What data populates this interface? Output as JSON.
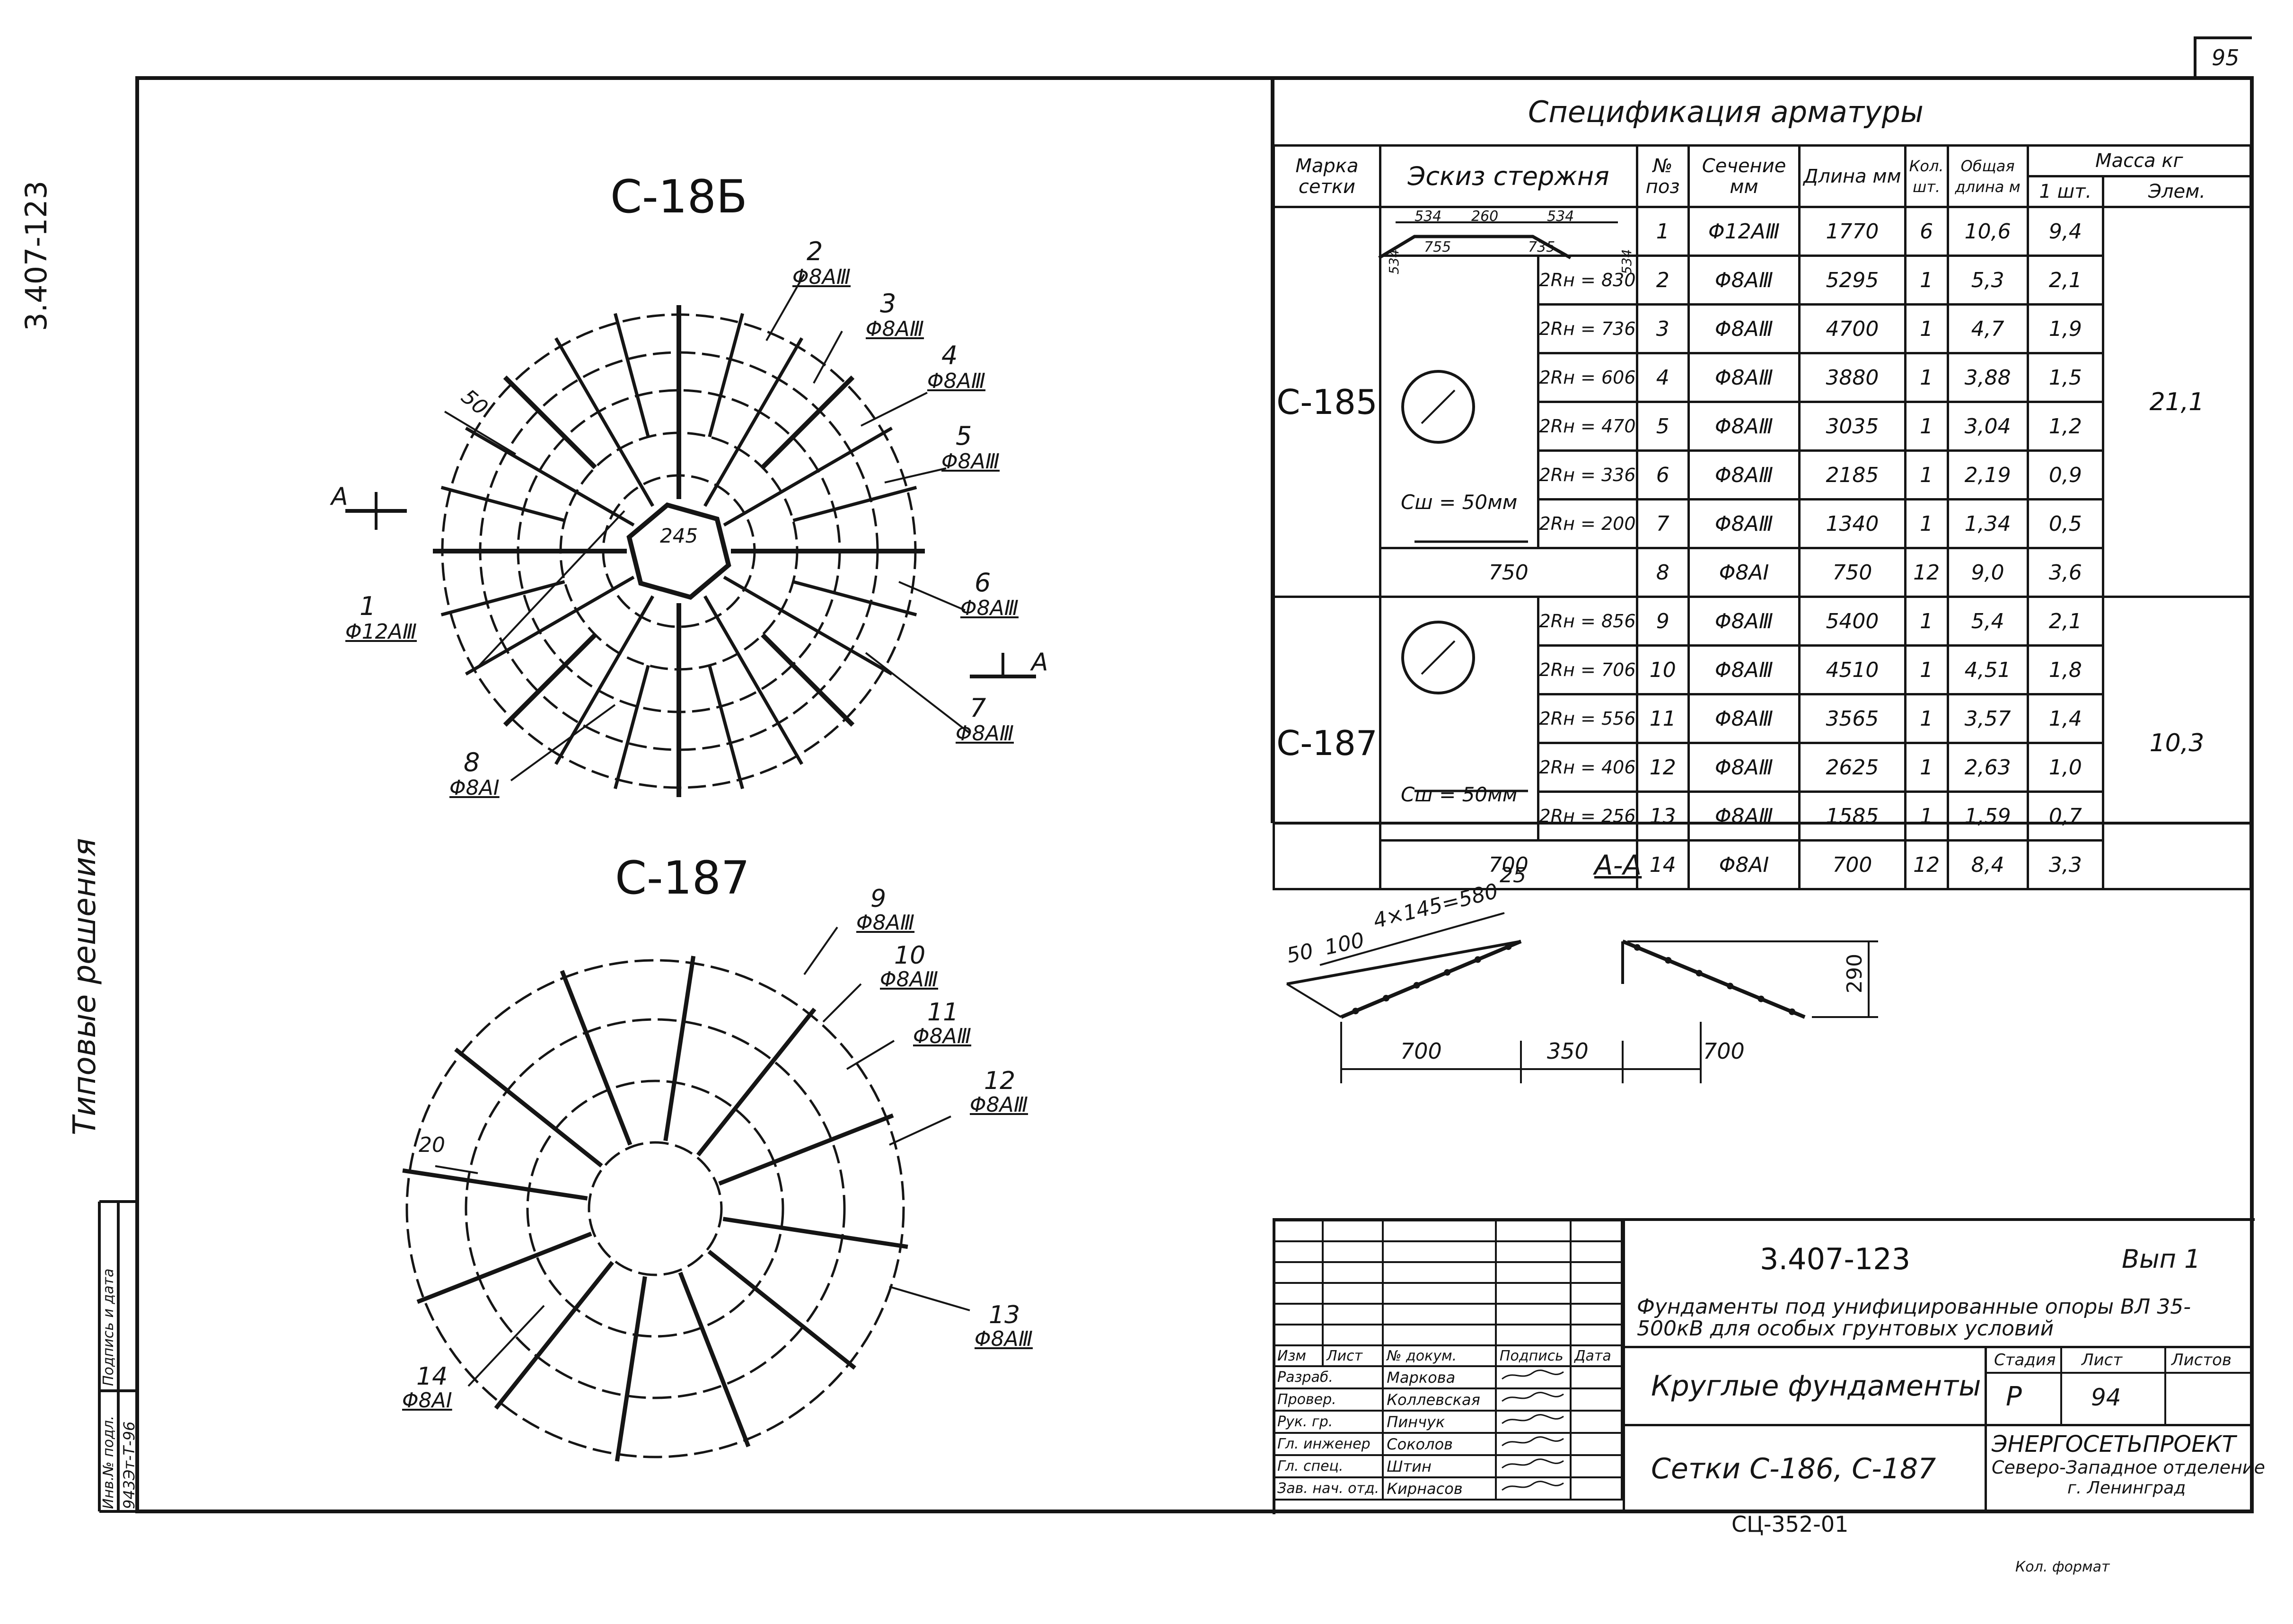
{
  "sheet_number": "95",
  "side_code": "3.407-123",
  "side_title": "Типовые решения",
  "inv_stamp": {
    "label_inv": "Инв.№ подл.",
    "label_sign": "Подпись и дата",
    "value_inv": "943Эт-Т-96"
  },
  "drawing_186": {
    "title": "С-18Б",
    "callouts": [
      {
        "pos": "2",
        "rebar": "Φ8АⅢ"
      },
      {
        "pos": "3",
        "rebar": "Φ8АⅢ"
      },
      {
        "pos": "4",
        "rebar": "Φ8АⅢ"
      },
      {
        "pos": "5",
        "rebar": "Φ8АⅢ"
      },
      {
        "pos": "6",
        "rebar": "Φ8АⅢ"
      },
      {
        "pos": "7",
        "rebar": "Φ8АⅢ"
      },
      {
        "pos": "1",
        "rebar": "Φ12АⅢ"
      },
      {
        "pos": "8",
        "rebar": "Φ8АI"
      }
    ],
    "dim_50": "50",
    "dim_245": "245",
    "section_a": "А"
  },
  "drawing_187": {
    "title": "С-187",
    "callouts": [
      {
        "pos": "9",
        "rebar": "Φ8АⅢ"
      },
      {
        "pos": "10",
        "rebar": "Φ8АⅢ"
      },
      {
        "pos": "11",
        "rebar": "Φ8АⅢ"
      },
      {
        "pos": "12",
        "rebar": "Φ8АⅢ"
      },
      {
        "pos": "13",
        "rebar": "Φ8АⅢ"
      },
      {
        "pos": "14",
        "rebar": "Φ8АI"
      }
    ],
    "dim_20": "20"
  },
  "spec": {
    "title": "Спецификация арматуры",
    "headers": {
      "mark": "Марка сетки",
      "sketch": "Эскиз стержня",
      "pos": "№ поз",
      "section": "Сечение мм",
      "length": "Длина мм",
      "qty": "Кол. шт.",
      "total_len": "Общая длина м",
      "mass": "Масса кг",
      "mass_one": "1 шт.",
      "mass_elem": "Элем."
    },
    "sketch_dims": {
      "a": "534",
      "b": "260",
      "c": "534",
      "d": "755",
      "e": "735",
      "side": "534"
    },
    "groups": [
      {
        "mark": "С-185",
        "sketch_label": "Сш = 50мм",
        "sketch_bottom": "750",
        "elem_mass": "21,1",
        "rows": [
          {
            "r": "",
            "pos": "1",
            "section": "Φ12АⅢ",
            "length": "1770",
            "qty": "6",
            "total": "10,6",
            "mass": "9,4"
          },
          {
            "r": "2Rн = 830",
            "pos": "2",
            "section": "Φ8АⅢ",
            "length": "5295",
            "qty": "1",
            "total": "5,3",
            "mass": "2,1"
          },
          {
            "r": "2Rн = 736",
            "pos": "3",
            "section": "Φ8АⅢ",
            "length": "4700",
            "qty": "1",
            "total": "4,7",
            "mass": "1,9"
          },
          {
            "r": "2Rн = 606",
            "pos": "4",
            "section": "Φ8АⅢ",
            "length": "3880",
            "qty": "1",
            "total": "3,88",
            "mass": "1,5"
          },
          {
            "r": "2Rн = 470",
            "pos": "5",
            "section": "Φ8АⅢ",
            "length": "3035",
            "qty": "1",
            "total": "3,04",
            "mass": "1,2"
          },
          {
            "r": "2Rн = 336",
            "pos": "6",
            "section": "Φ8АⅢ",
            "length": "2185",
            "qty": "1",
            "total": "2,19",
            "mass": "0,9"
          },
          {
            "r": "2Rн = 200",
            "pos": "7",
            "section": "Φ8АⅢ",
            "length": "1340",
            "qty": "1",
            "total": "1,34",
            "mass": "0,5"
          },
          {
            "r": "",
            "pos": "8",
            "section": "Φ8АI",
            "length": "750",
            "qty": "12",
            "total": "9,0",
            "mass": "3,6"
          }
        ]
      },
      {
        "mark": "С-187",
        "sketch_label": "Сш = 50мм",
        "sketch_bottom": "700",
        "elem_mass": "10,3",
        "rows": [
          {
            "r": "2Rн = 856",
            "pos": "9",
            "section": "Φ8АⅢ",
            "length": "5400",
            "qty": "1",
            "total": "5,4",
            "mass": "2,1"
          },
          {
            "r": "2Rн = 706",
            "pos": "10",
            "section": "Φ8АⅢ",
            "length": "4510",
            "qty": "1",
            "total": "4,51",
            "mass": "1,8"
          },
          {
            "r": "2Rн = 556",
            "pos": "11",
            "section": "Φ8АⅢ",
            "length": "3565",
            "qty": "1",
            "total": "3,57",
            "mass": "1,4"
          },
          {
            "r": "2Rн = 406",
            "pos": "12",
            "section": "Φ8АⅢ",
            "length": "2625",
            "qty": "1",
            "total": "2,63",
            "mass": "1,0"
          },
          {
            "r": "2Rн = 256",
            "pos": "13",
            "section": "Φ8АⅢ",
            "length": "1585",
            "qty": "1",
            "total": "1,59",
            "mass": "0,7"
          },
          {
            "r": "",
            "pos": "14",
            "section": "Φ8АI",
            "length": "700",
            "qty": "12",
            "total": "8,4",
            "mass": "3,3"
          }
        ]
      }
    ]
  },
  "section_view": {
    "title": "А-А",
    "dims": {
      "d50": "50",
      "d100": "100",
      "d4x145": "4×145=580",
      "d25": "25",
      "d700a": "700",
      "d350": "350",
      "d700b": "700",
      "d290": "290"
    }
  },
  "title_block": {
    "doc_code": "3.407-123",
    "issue": "Вып 1",
    "project": "Фундаменты под унифицированные опоры ВЛ 35-500кВ для особых грунтовых условий",
    "drawing_name": "Круглые фундаменты",
    "sheet_name": "Сетки С-186, С-187",
    "stage_label": "Стадия",
    "sheet_label": "Лист",
    "sheets_label": "Листов",
    "stage": "Р",
    "sheet": "94",
    "org_name": "ЭНЕРГОСЕТЬПРОЕКТ",
    "org_branch": "Северо-Западное отделение",
    "org_city": "г. Ленинград",
    "col_headers": [
      "Изм",
      "Лист",
      "№ докум.",
      "Подпись",
      "Дата"
    ],
    "staff": [
      {
        "role": "Разраб.",
        "name": "Маркова"
      },
      {
        "role": "Провер.",
        "name": "Коллевская"
      },
      {
        "role": "Рук. гр.",
        "name": "Пинчук"
      },
      {
        "role": "Гл. инженер",
        "name": "Соколов"
      },
      {
        "role": "Гл. спец.",
        "name": "Штин"
      },
      {
        "role": "Зав. нач. отд.",
        "name": "Кирнасов"
      }
    ],
    "bottom_code": "СЦ-352-01",
    "footer_stamp": "Кол. формат"
  }
}
